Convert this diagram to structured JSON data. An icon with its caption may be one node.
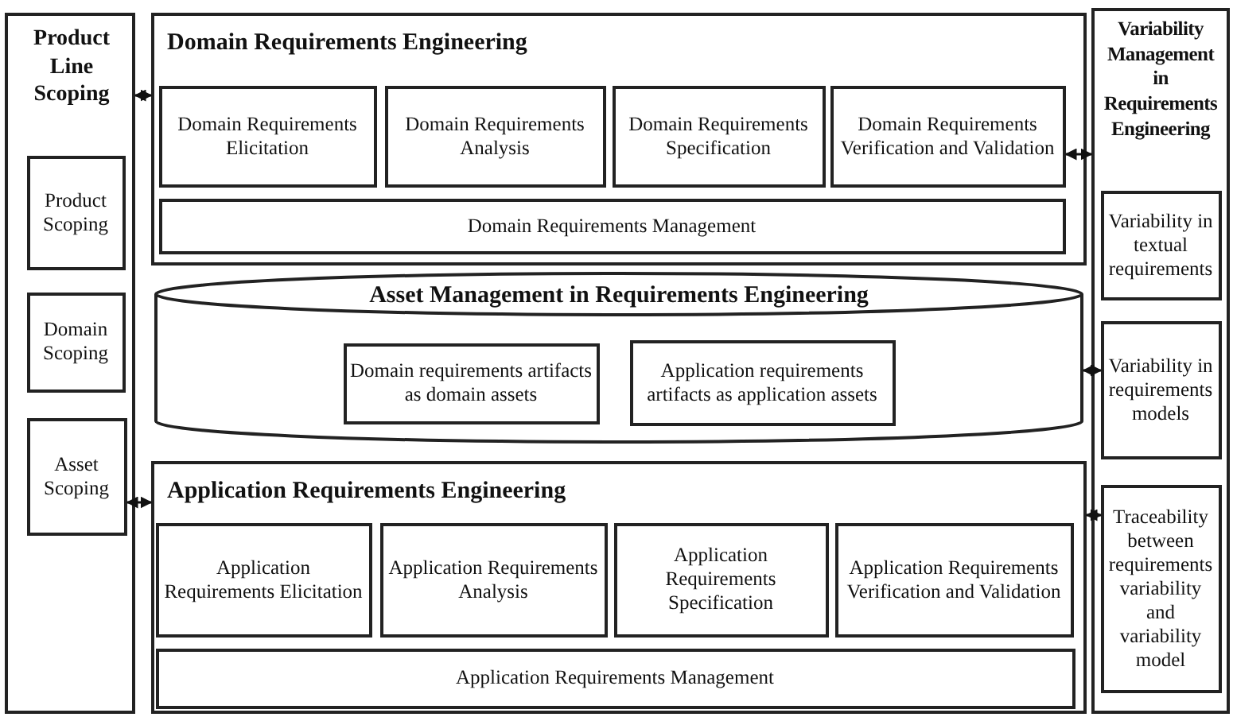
{
  "diagram": {
    "nodes": [
      {
        "text": [
          "Product Line Scoping"
        ]
      },
      {
        "text": [
          "Product Scoping"
        ],
        "in": 0
      },
      {
        "text": [
          "Domain Scoping"
        ],
        "in": 0
      },
      {
        "text": [
          "Asset Scoping"
        ],
        "in": 0
      },
      {
        "text": [
          "Domain Requirements Engineering"
        ]
      },
      {
        "text": [
          "Domain Requirements Elicitation"
        ],
        "in": 4
      },
      {
        "text": [
          "Domain Requirements Analysis"
        ],
        "in": 4
      },
      {
        "text": [
          "Domain Requirements Specification"
        ],
        "in": 4
      },
      {
        "text": [
          "Domain Requirements Verification and Validation"
        ],
        "in": 4
      },
      {
        "text": [
          "Domain Requirements Management"
        ],
        "in": 4
      },
      {
        "text": [
          "Asset Management in Requirements Engineering"
        ]
      },
      {
        "text": [
          "Domain requirements artifacts as domain assets"
        ],
        "in": 10
      },
      {
        "text": [
          "Application requirements artifacts as application assets"
        ],
        "in": 10
      },
      {
        "text": [
          "Application Requirements Engineering"
        ]
      },
      {
        "text": [
          "Application Requirements Elicitation"
        ],
        "in": 13
      },
      {
        "text": [
          "Application Requirements Analysis"
        ],
        "in": 13
      },
      {
        "text": [
          "Application Requirements Specification"
        ],
        "in": 13
      },
      {
        "text": [
          "Application Requirements Verification and Validation"
        ],
        "in": 13
      },
      {
        "text": [
          "Application Requirements Management"
        ],
        "in": 13
      },
      {
        "text": [
          "Variability Management in Requirements Engineering"
        ]
      },
      {
        "text": [
          "Variability in textual requirements"
        ],
        "in": 19
      },
      {
        "text": [
          "Variability in requirements models"
        ],
        "in": 19
      },
      {
        "text": [
          "Traceability between requirements variability and variability model"
        ],
        "in": 19
      }
    ],
    "edges": [
      {
        "from": 0,
        "to": 4,
        "arrow": "both"
      },
      {
        "from": 8,
        "to": 19,
        "arrow": "both"
      },
      {
        "from": 10,
        "to": 21,
        "arrow": "both"
      },
      {
        "from": 3,
        "to": 13,
        "arrow": "both"
      },
      {
        "from": 13,
        "to": 22,
        "arrow": "both"
      }
    ]
  }
}
